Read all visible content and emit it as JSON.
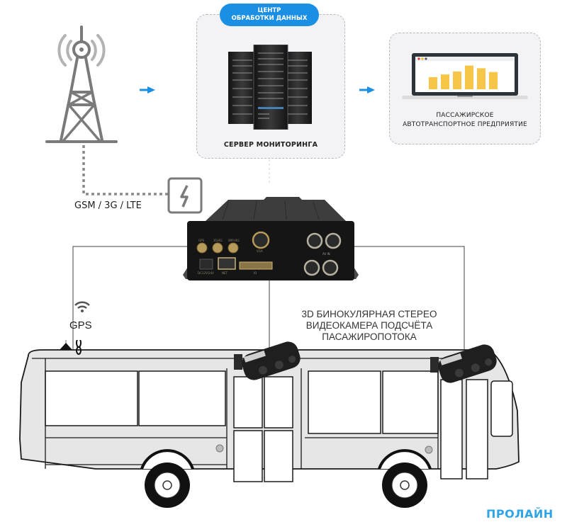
{
  "diagram": {
    "data_center": {
      "badge_line1": "ЦЕНТР",
      "badge_line2": "ОБРАБОТКИ ДАННЫХ",
      "caption": "СЕРВЕР МОНИТОРИНГА"
    },
    "enterprise": {
      "caption_line1": "ПАССАЖИРСКОЕ",
      "caption_line2": "АВТОТРАНСПОРТНОЕ ПРЕДПРИЯТИЕ"
    },
    "network_label": "GSM / 3G / LTE",
    "gps_label": "GPS",
    "camera_label": {
      "line1": "3D БИНОКУЛЯРНАЯ СТЕРЕО",
      "line2": "ВИДЕОКАМЕРА ПОДСЧЁТА",
      "line3": "ПАСАЖИРОПОТОКА"
    },
    "dvr_ports": {
      "gps": "GPS",
      "g3g4": "3G/4G",
      "wifi": "WIFI/4G",
      "vga": "VGA",
      "power": "DC12V/24V",
      "net": "NET",
      "io": "IO",
      "avin": "AV IN"
    },
    "brand": "ПРОЛАЙН",
    "icons": {
      "tower": "cell-tower-icon",
      "arrow": "arrow-right-icon",
      "lightning": "lightning-icon",
      "wifi": "wifi-icon"
    },
    "colors": {
      "accent": "#1a8fe3",
      "brand": "#2fa4e7",
      "icon_gray": "#7a7a7a",
      "chart_bar": "#f7c548"
    },
    "laptop_chart": {
      "bars": [
        0.45,
        0.55,
        0.66,
        0.88,
        0.78,
        0.64
      ]
    }
  }
}
